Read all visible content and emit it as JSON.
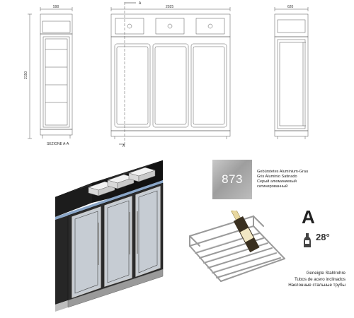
{
  "drawing": {
    "side_width": "590",
    "front_width": "2025",
    "depth_width": "620",
    "height": "2150",
    "section_label": "SEZIONE A-A",
    "section_marker_top": "A",
    "section_marker_bottom": "A"
  },
  "finish": {
    "code": "873",
    "lines": [
      "Gebürstetes Aluminium-Grau",
      "Gris Aluminio Satinado",
      "Серый алюминиевый",
      "сатинированный"
    ]
  },
  "shelf": {
    "variant": "A",
    "angle": "28°",
    "lines": [
      "Geneigte Stahlrohre",
      "Tubos de acero inclinados",
      "Наклонные стальные трубы"
    ]
  },
  "icons": {
    "bottle": "bottle-icon"
  }
}
